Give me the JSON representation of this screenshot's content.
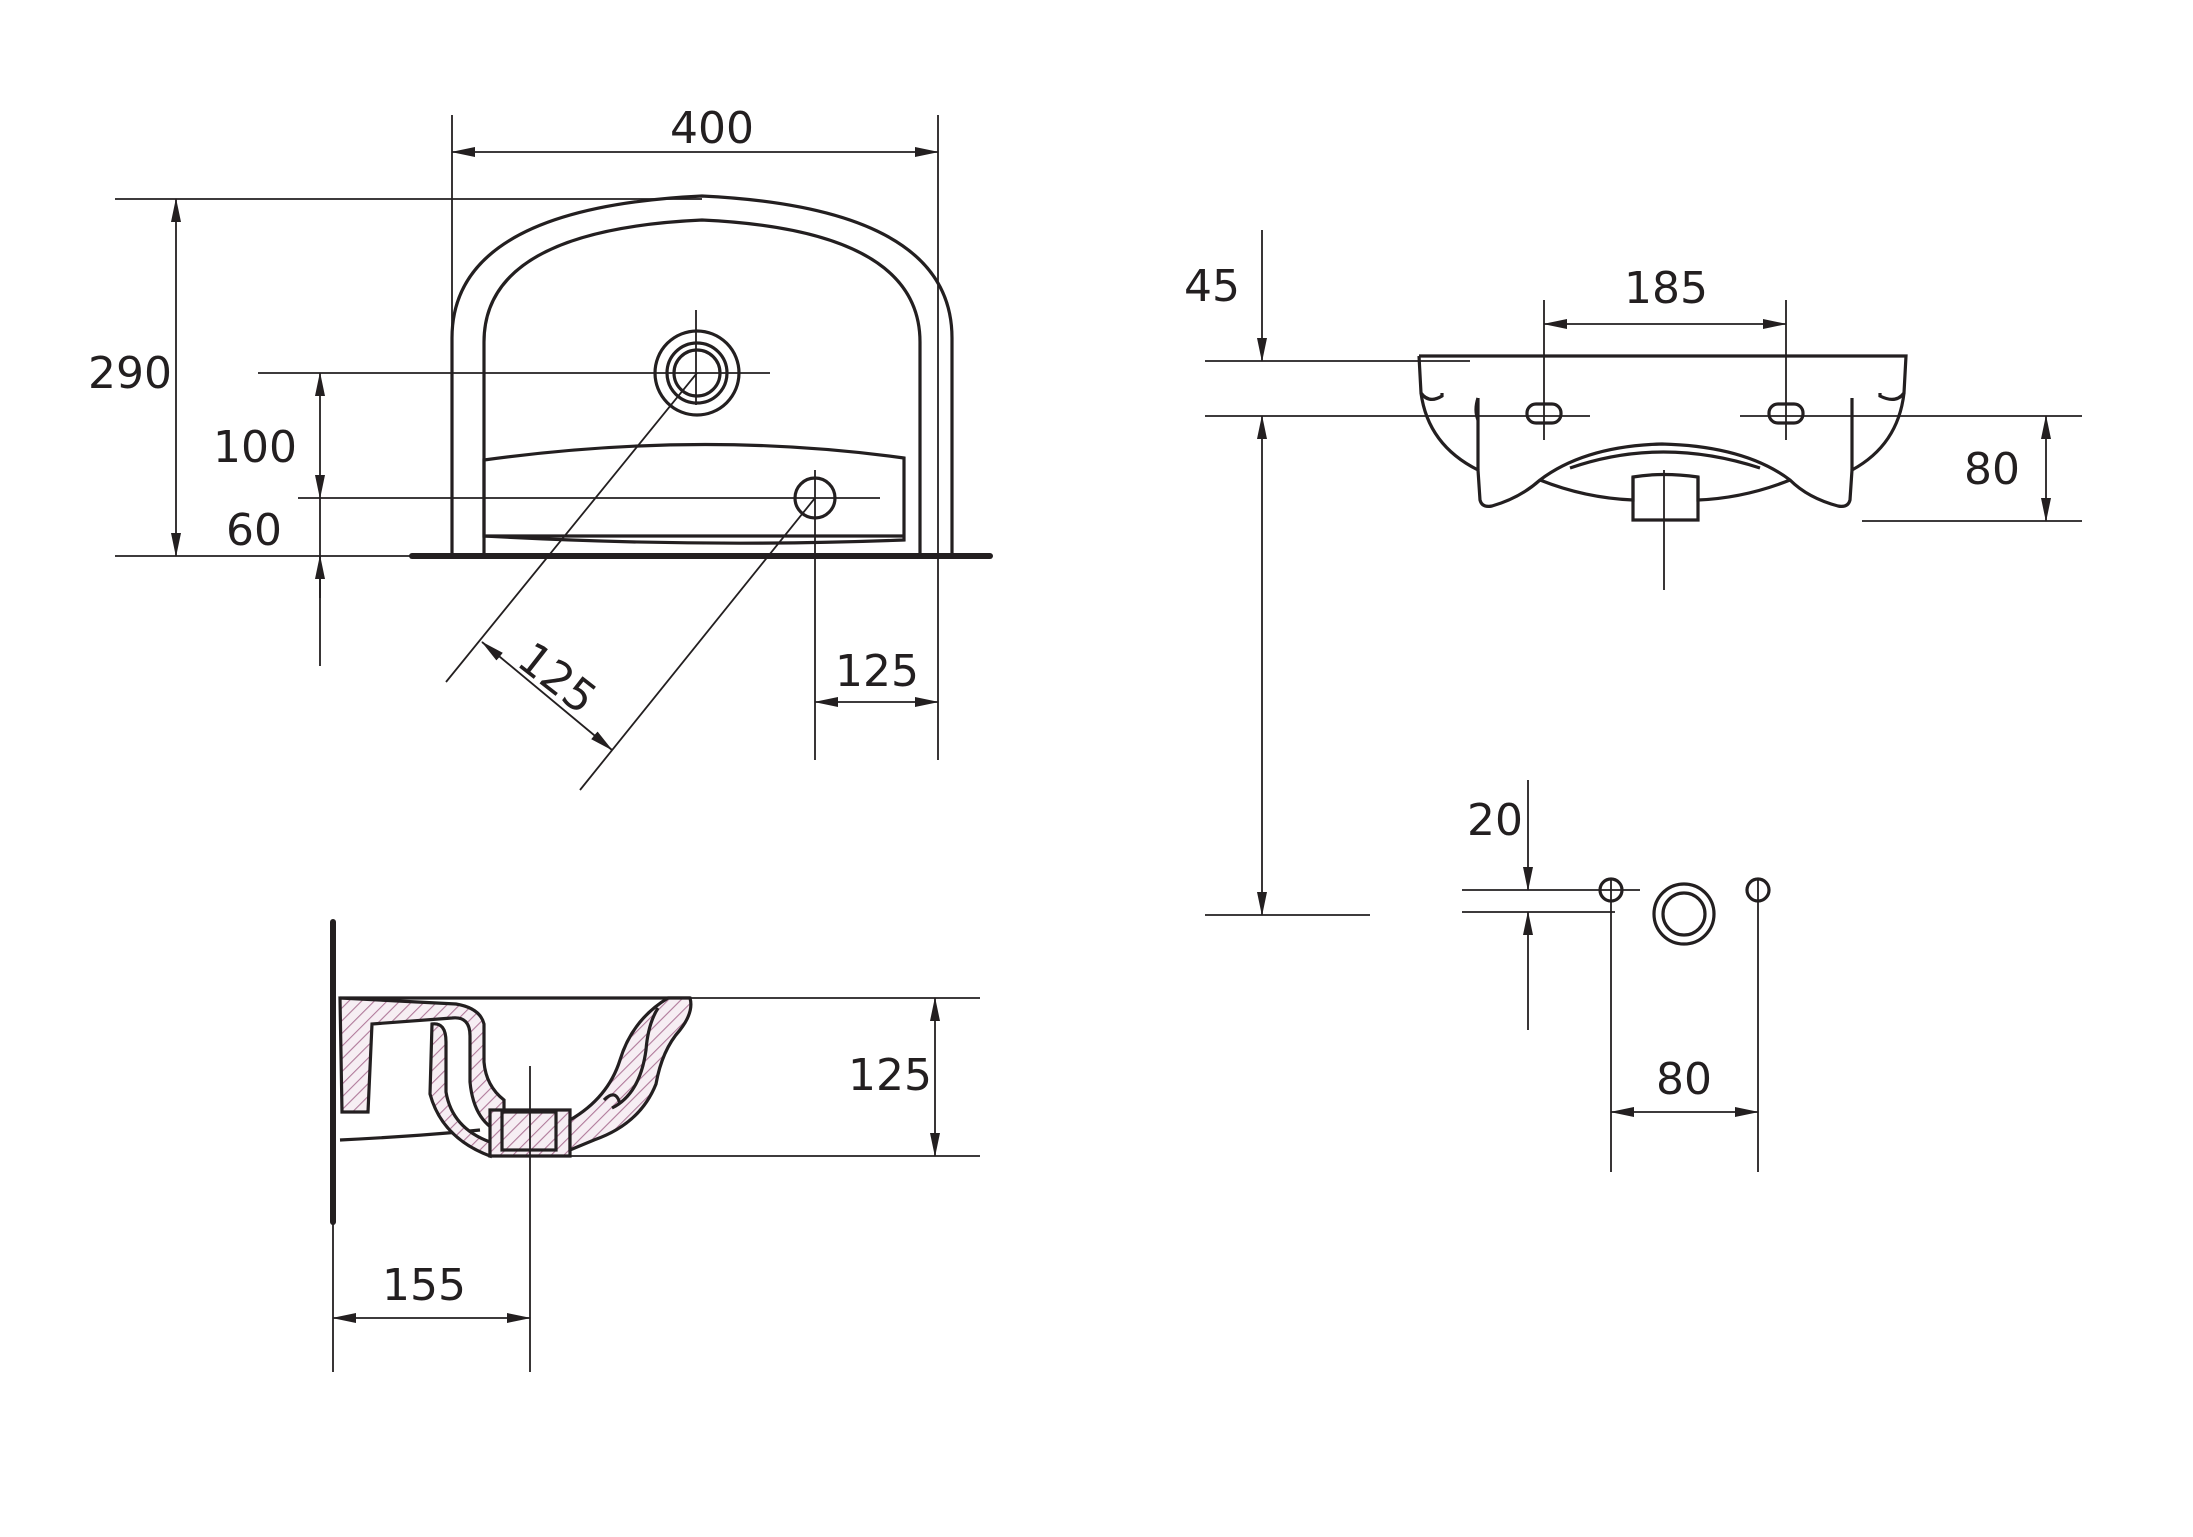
{
  "colors": {
    "ink": "#231f20",
    "hatch": "#b07a9a",
    "background": "#ffffff"
  },
  "top_view": {
    "dims": {
      "width": "400",
      "depth": "290",
      "tap_offset": "100",
      "drain_offset": "60",
      "diag_spacing": "125",
      "side_offset": "125"
    }
  },
  "front_view": {
    "dims": {
      "tap_height": "45",
      "hole_spacing": "185",
      "rear_height": "80"
    }
  },
  "side_view": {
    "dims": {
      "height": "125",
      "drain_distance": "155"
    }
  },
  "holes_view": {
    "dims": {
      "vertical_offset": "20",
      "hole_spacing": "80"
    }
  }
}
